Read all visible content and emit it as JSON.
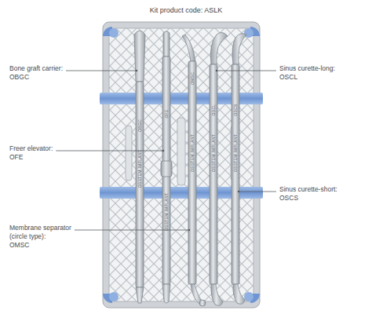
{
  "diagram": {
    "title": "Kit product code: ASLK",
    "labels": [
      "Bone graft carrier:",
      "OBGC",
      "Freer elevator:",
      "OFE",
      "Membrane separator (circle type):",
      "OMSC",
      "Sinus curette-long:",
      "OSCL",
      "Sinus curette-short:",
      "OSCS",
      "OBGC",
      "OSSTEM IMPLANT",
      "OFE",
      "OSSTEM IMPLANT",
      "OMSC",
      "OSSTEM IMPLANT",
      "OSCL",
      "OSSTEM IMPLANT",
      "OSCS",
      "OSSTEM IMPLANT"
    ]
  }
}
